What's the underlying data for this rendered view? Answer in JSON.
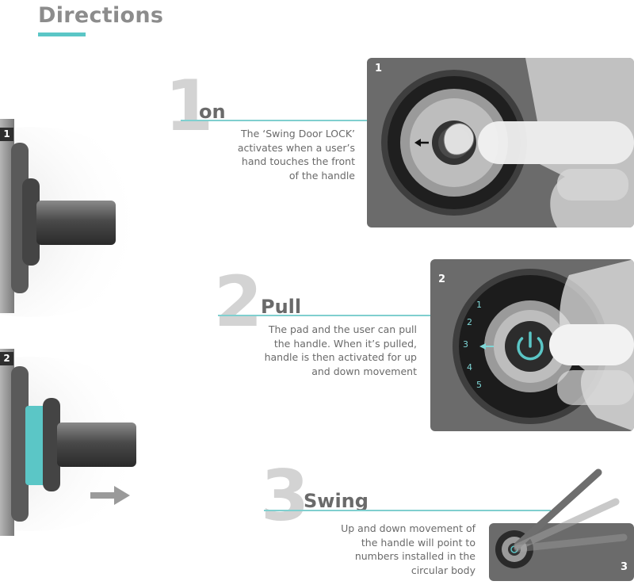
{
  "header": {
    "title": "Directions"
  },
  "steps": [
    {
      "number": "1",
      "word": "on",
      "lines": [
        "The ‘Swing Door LOCK’",
        "activates when a user’s",
        "hand touches the front",
        "of the handle"
      ],
      "panel_number": "1"
    },
    {
      "number": "2",
      "word": "Pull",
      "lines": [
        "The pad and the user can pull",
        "the handle. When it’s pulled,",
        "handle is then activated for up",
        "and down movement"
      ],
      "panel_number": "2",
      "dial_numbers": [
        "1",
        "2",
        "3",
        "4",
        "5"
      ]
    },
    {
      "number": "3",
      "word": "Swing",
      "lines": [
        "Up and down movement of",
        "the handle will point to",
        "numbers installed in the",
        "circular body"
      ],
      "panel_number": "3"
    }
  ],
  "side_views": [
    {
      "number": "1"
    },
    {
      "number": "2"
    }
  ],
  "colors": {
    "accent": "#5bc6c6",
    "panel": "#6b6b6b",
    "title": "#8c8c8c",
    "big_number": "#d3d3d3"
  },
  "icons": [
    "left-arrow-icon",
    "power-icon",
    "right-arrow-icon",
    "hand-illustration"
  ]
}
